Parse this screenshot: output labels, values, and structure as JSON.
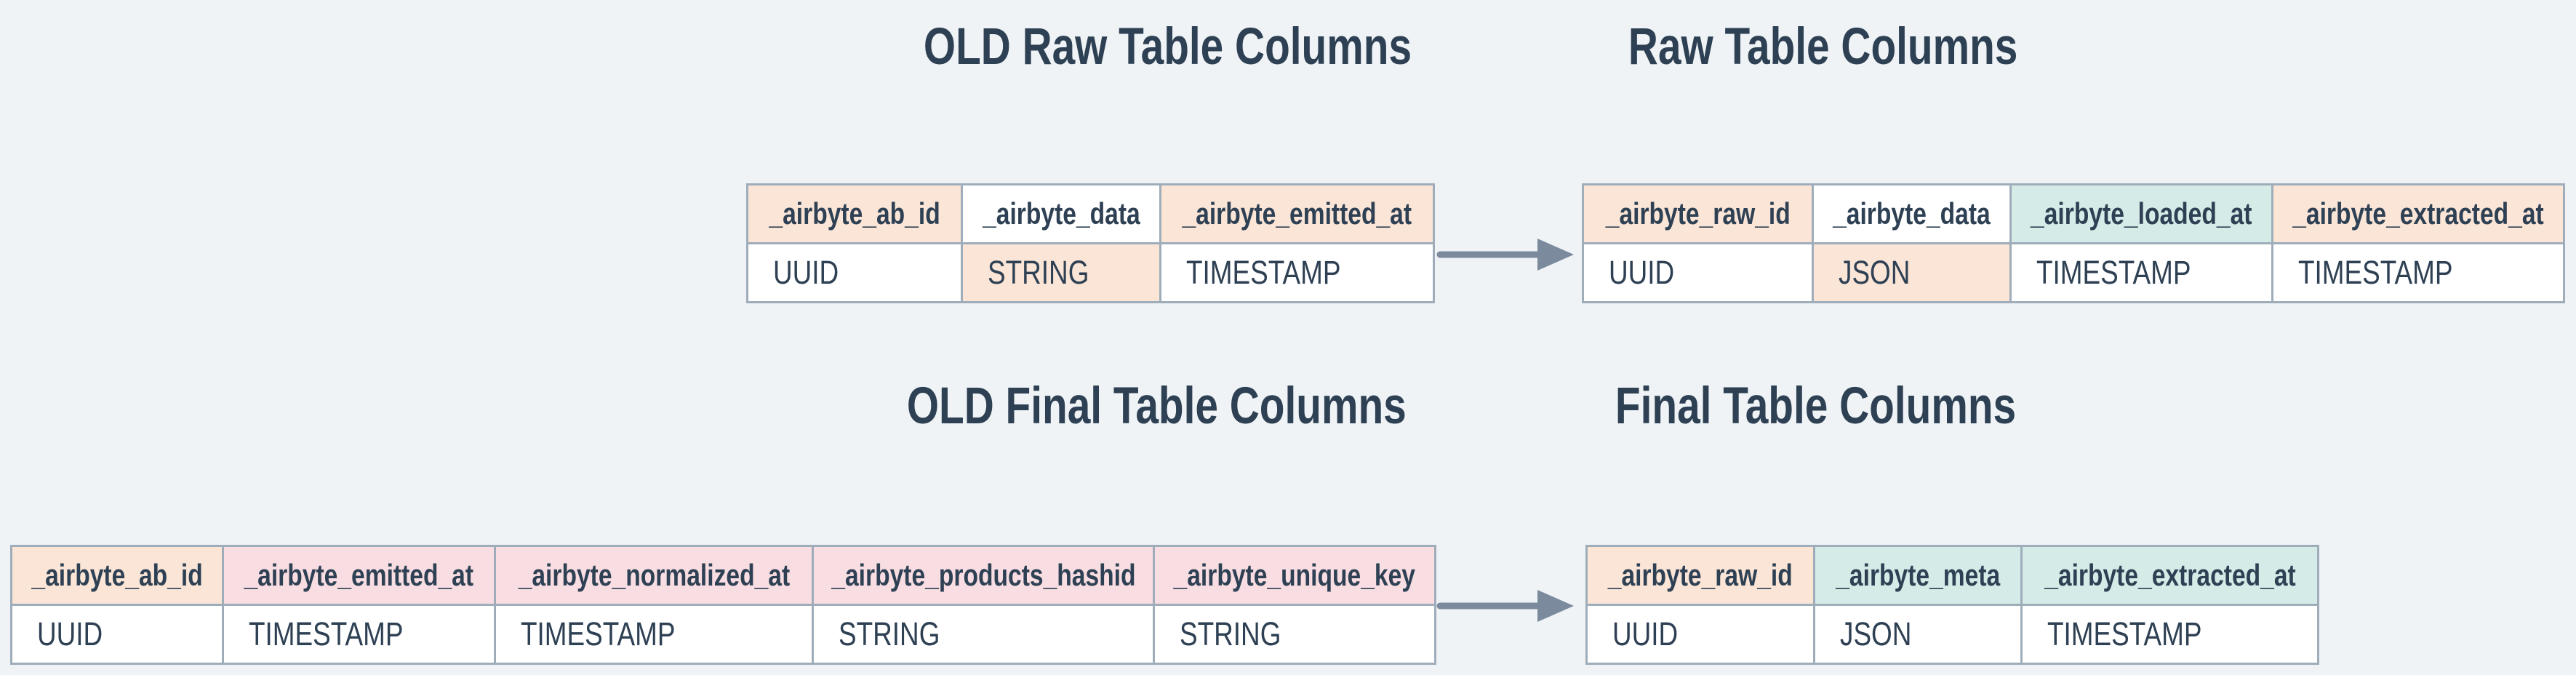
{
  "diagram": {
    "background": "#eff3f6",
    "colors": {
      "cell_border": "#9fadbb",
      "peach": "#fae5d7",
      "pink": "#f8dde2",
      "teal": "#d5ebe7",
      "white": "#ffffff",
      "text": "#2e4053",
      "arrow": "#7b8b9d"
    },
    "icons": {
      "top_arrow": "arrow-right-icon",
      "bottom_arrow": "arrow-right-icon"
    },
    "sections": {
      "old_raw": {
        "title": "OLD Raw Table Columns",
        "columns": [
          {
            "name": "_airbyte_ab_id",
            "type": "UUID",
            "name_bg": "peach",
            "type_bg": "white"
          },
          {
            "name": "_airbyte_data",
            "type": "STRING",
            "name_bg": "white",
            "type_bg": "peach"
          },
          {
            "name": "_airbyte_emitted_at",
            "type": "TIMESTAMP",
            "name_bg": "peach",
            "type_bg": "white"
          }
        ]
      },
      "raw": {
        "title": "Raw Table Columns",
        "columns": [
          {
            "name": "_airbyte_raw_id",
            "type": "UUID",
            "name_bg": "peach",
            "type_bg": "white"
          },
          {
            "name": "_airbyte_data",
            "type": "JSON",
            "name_bg": "white",
            "type_bg": "peach"
          },
          {
            "name": "_airbyte_loaded_at",
            "type": "TIMESTAMP",
            "name_bg": "teal",
            "type_bg": "white"
          },
          {
            "name": "_airbyte_extracted_at",
            "type": "TIMESTAMP",
            "name_bg": "peach",
            "type_bg": "white"
          }
        ]
      },
      "old_final": {
        "title": "OLD Final Table Columns",
        "columns": [
          {
            "name": "_airbyte_ab_id",
            "type": "UUID",
            "name_bg": "peach",
            "type_bg": "white"
          },
          {
            "name": "_airbyte_emitted_at",
            "type": "TIMESTAMP",
            "name_bg": "pink",
            "type_bg": "white"
          },
          {
            "name": "_airbyte_normalized_at",
            "type": "TIMESTAMP",
            "name_bg": "pink",
            "type_bg": "white"
          },
          {
            "name": "_airbyte_products_hashid",
            "type": "STRING",
            "name_bg": "pink",
            "type_bg": "white"
          },
          {
            "name": "_airbyte_unique_key",
            "type": "STRING",
            "name_bg": "pink",
            "type_bg": "white"
          }
        ]
      },
      "final": {
        "title": "Final Table Columns",
        "columns": [
          {
            "name": "_airbyte_raw_id",
            "type": "UUID",
            "name_bg": "peach",
            "type_bg": "white"
          },
          {
            "name": "_airbyte_meta",
            "type": "JSON",
            "name_bg": "teal",
            "type_bg": "white"
          },
          {
            "name": "_airbyte_extracted_at",
            "type": "TIMESTAMP",
            "name_bg": "teal",
            "type_bg": "white"
          }
        ]
      }
    }
  }
}
